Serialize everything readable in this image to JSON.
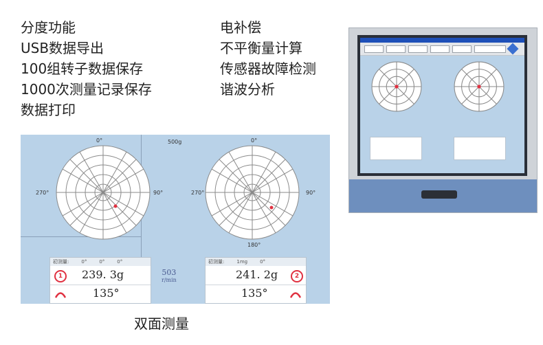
{
  "features": {
    "left": [
      "分度功能",
      "USB数据导出",
      "100组转子数据保存",
      "1000次测量记录保存",
      "数据打印"
    ],
    "right": [
      "电补偿",
      "不平衡量计算",
      "传感器故障检测",
      "谐波分析"
    ]
  },
  "main_screen": {
    "speed_label_top": "500g",
    "left_disk": {
      "deg_top": "0°",
      "deg_left": "270°",
      "deg_right": "90°"
    },
    "right_disk": {
      "deg_top": "0°",
      "deg_left": "270°",
      "deg_right": "90°",
      "deg_bottom": "180°"
    },
    "rpm_value": "503",
    "rpm_unit": "r/min",
    "left_readout": {
      "header": [
        "初测量:",
        "0°",
        "0°",
        "0°"
      ],
      "index": "1",
      "mass": "239. 3g",
      "angle": "135°"
    },
    "right_readout": {
      "header": [
        "初测量:",
        "1mg",
        "0°"
      ],
      "index": "2",
      "mass": "241. 2g",
      "angle": "135°"
    }
  },
  "caption": "双面测量",
  "colors": {
    "panel_bg": "#b9d2e8",
    "marker_red": "#e03040",
    "polar_grid": "#8a8a8a"
  }
}
